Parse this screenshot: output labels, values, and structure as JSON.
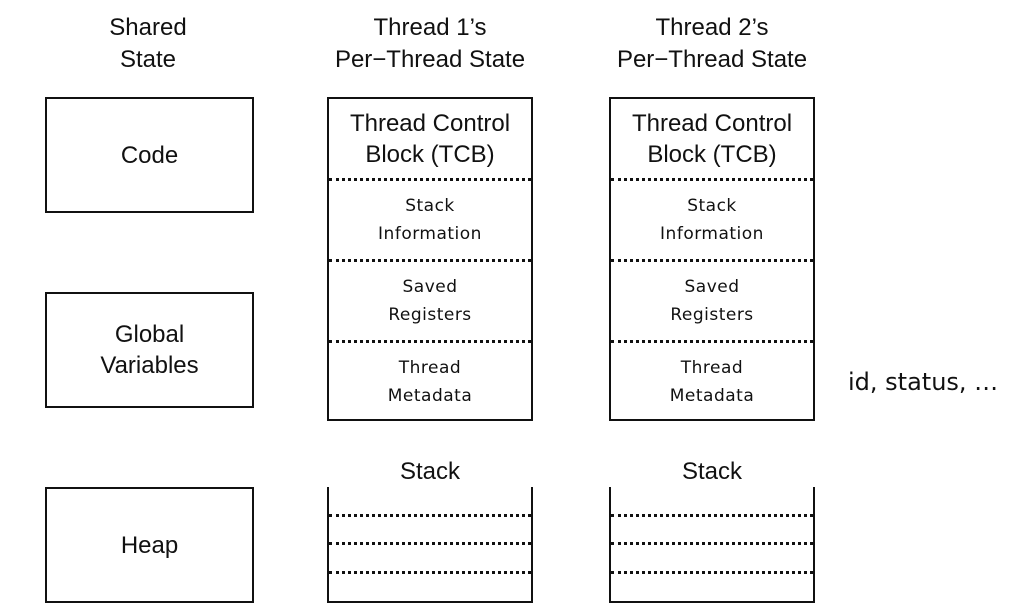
{
  "headings": {
    "shared": [
      "Shared",
      "State"
    ],
    "thread1": [
      "Thread 1’s",
      "Per−Thread State"
    ],
    "thread2": [
      "Thread 2’s",
      "Per−Thread State"
    ]
  },
  "shared_state": {
    "code": [
      "Code"
    ],
    "globals": [
      "Global",
      "Variables"
    ],
    "heap": [
      "Heap"
    ]
  },
  "thread1": {
    "tcb_title": [
      "Thread Control",
      "Block (TCB)"
    ],
    "stack_info": [
      "Stack",
      "Information"
    ],
    "saved_registers": [
      "Saved",
      "Registers"
    ],
    "metadata": [
      "Thread",
      "Metadata"
    ],
    "stack_label": "Stack"
  },
  "thread2": {
    "tcb_title": [
      "Thread Control",
      "Block (TCB)"
    ],
    "stack_info": [
      "Stack",
      "Information"
    ],
    "saved_registers": [
      "Saved",
      "Registers"
    ],
    "metadata": [
      "Thread",
      "Metadata"
    ],
    "stack_label": "Stack"
  },
  "annotation": "id, status, …"
}
